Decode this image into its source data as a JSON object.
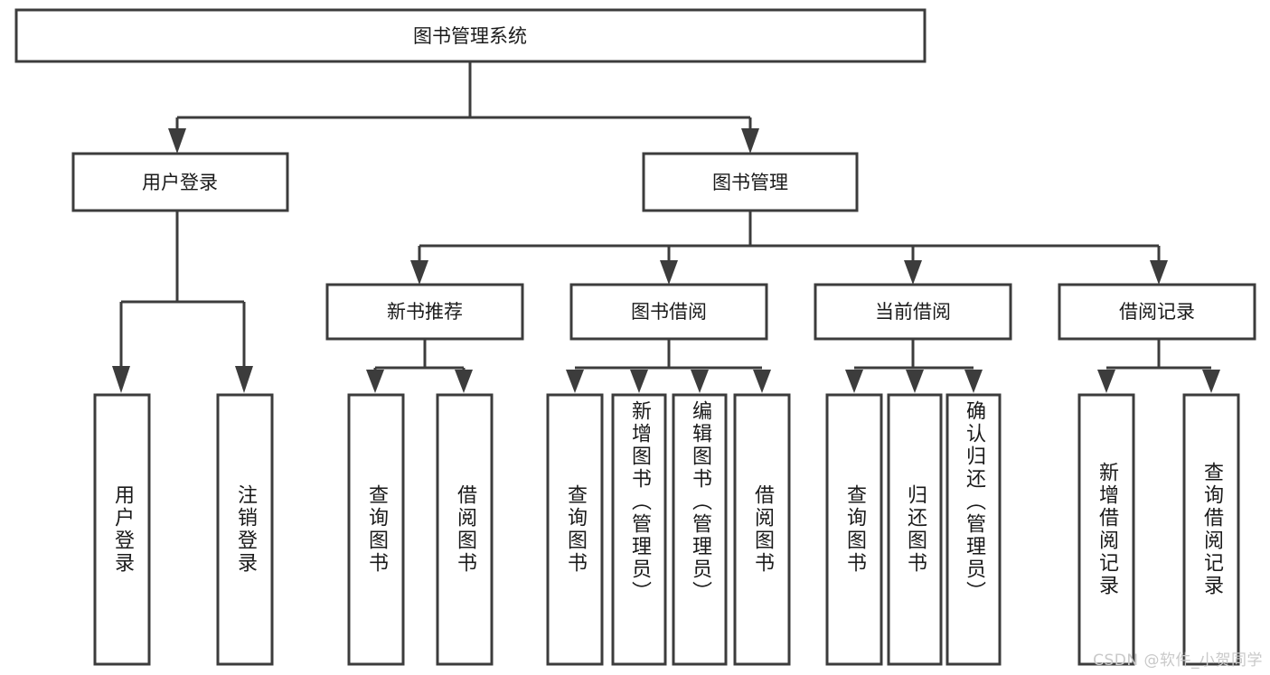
{
  "diagram": {
    "type": "tree",
    "title": "图书管理系统",
    "style": {
      "box_fill": "#ffffff",
      "box_stroke": "#3c3c3c",
      "text_color": "#1a1a1a",
      "background": "#ffffff",
      "watermark_color": "#c9c9c9"
    },
    "levels": {
      "root": {
        "label": "图书管理系统"
      },
      "level2": [
        {
          "label": "用户登录"
        },
        {
          "label": "图书管理"
        }
      ],
      "level3": [
        {
          "label": "新书推荐"
        },
        {
          "label": "图书借阅"
        },
        {
          "label": "当前借阅"
        },
        {
          "label": "借阅记录"
        }
      ],
      "leaves": {
        "user_login": [
          {
            "label": "用户登录"
          },
          {
            "label": "注销登录"
          }
        ],
        "new_book_recommend": [
          {
            "label": "查询图书"
          },
          {
            "label": "借阅图书"
          }
        ],
        "book_borrow": [
          {
            "label": "查询图书"
          },
          {
            "label": "新增图书（管理员）"
          },
          {
            "label": "编辑图书（管理员）"
          },
          {
            "label": "借阅图书"
          }
        ],
        "current_borrow": [
          {
            "label": "查询图书"
          },
          {
            "label": "归还图书"
          },
          {
            "label": "确认归还（管理员）"
          }
        ],
        "borrow_record": [
          {
            "label": "新增借阅记录"
          },
          {
            "label": "查询借阅记录"
          }
        ]
      }
    }
  },
  "watermark": {
    "text": "CSDN @软件_小贺同学"
  }
}
